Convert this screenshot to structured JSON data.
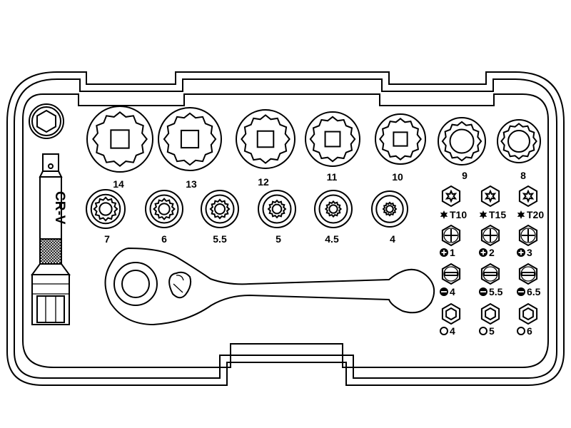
{
  "brand_label": "CR-V",
  "large_sockets": [
    "14",
    "13",
    "12",
    "11",
    "10",
    "9",
    "8"
  ],
  "small_sockets": [
    "7",
    "6",
    "5.5",
    "5",
    "4.5",
    "4"
  ],
  "bit_rows": [
    {
      "type": "torx",
      "sizes": [
        "T10",
        "T15",
        "T20"
      ]
    },
    {
      "type": "phillips",
      "sizes": [
        "1",
        "2",
        "3"
      ]
    },
    {
      "type": "slotted",
      "sizes": [
        "4",
        "5.5",
        "6.5"
      ]
    },
    {
      "type": "hex",
      "sizes": [
        "4",
        "5",
        "6"
      ]
    }
  ],
  "colors": {
    "line": "#000000",
    "background": "#ffffff"
  }
}
